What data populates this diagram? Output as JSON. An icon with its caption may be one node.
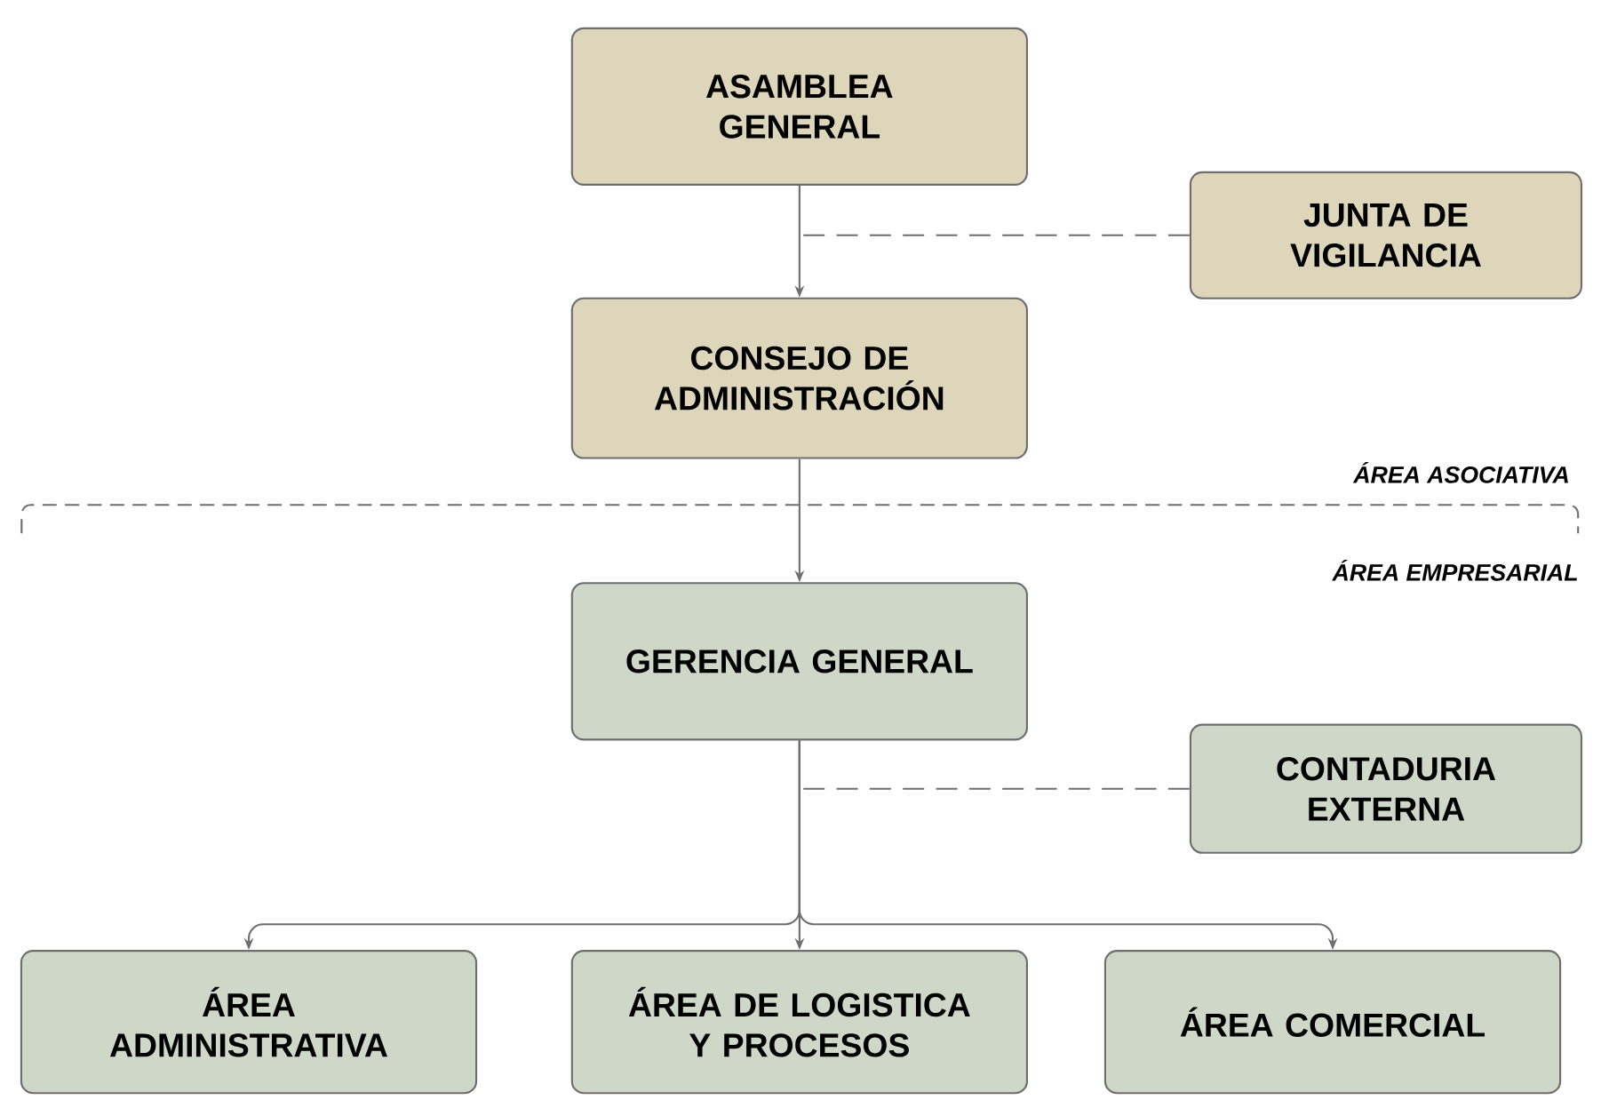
{
  "diagram": {
    "nodes": [
      {
        "text": [
          "ASAMBLEA GENERAL"
        ]
      },
      {
        "text": [
          "JUNTA DE VIGILANCIA"
        ]
      },
      {
        "text": [
          "CONSEJO DE ADMINISTRACIÓN"
        ]
      },
      {
        "text": [
          "GERENCIA GENERAL"
        ]
      },
      {
        "text": [
          "CONTADURIA EXTERNA"
        ]
      },
      {
        "text": [
          "ÁREA ADMINISTRATIVA"
        ]
      },
      {
        "text": [
          "ÁREA DE LOGISTICA Y PROCESOS"
        ]
      },
      {
        "text": [
          "ÁREA COMERCIAL"
        ]
      }
    ],
    "edges": [
      {
        "from": 0,
        "to": 2,
        "arrow": "to"
      },
      {
        "from": 1,
        "to": 0,
        "arrow": "none",
        "style": "dashed"
      },
      {
        "from": 2,
        "to": 3,
        "arrow": "to"
      },
      {
        "from": 4,
        "to": 3,
        "arrow": "none",
        "style": "dashed"
      },
      {
        "from": 3,
        "to": 5,
        "arrow": "to"
      },
      {
        "from": 3,
        "to": 6,
        "arrow": "to"
      },
      {
        "from": 3,
        "to": 7,
        "arrow": "to"
      }
    ],
    "labels": [
      "ÁREA ASOCIATIVA",
      "ÁREA EMPRESARIAL"
    ]
  }
}
